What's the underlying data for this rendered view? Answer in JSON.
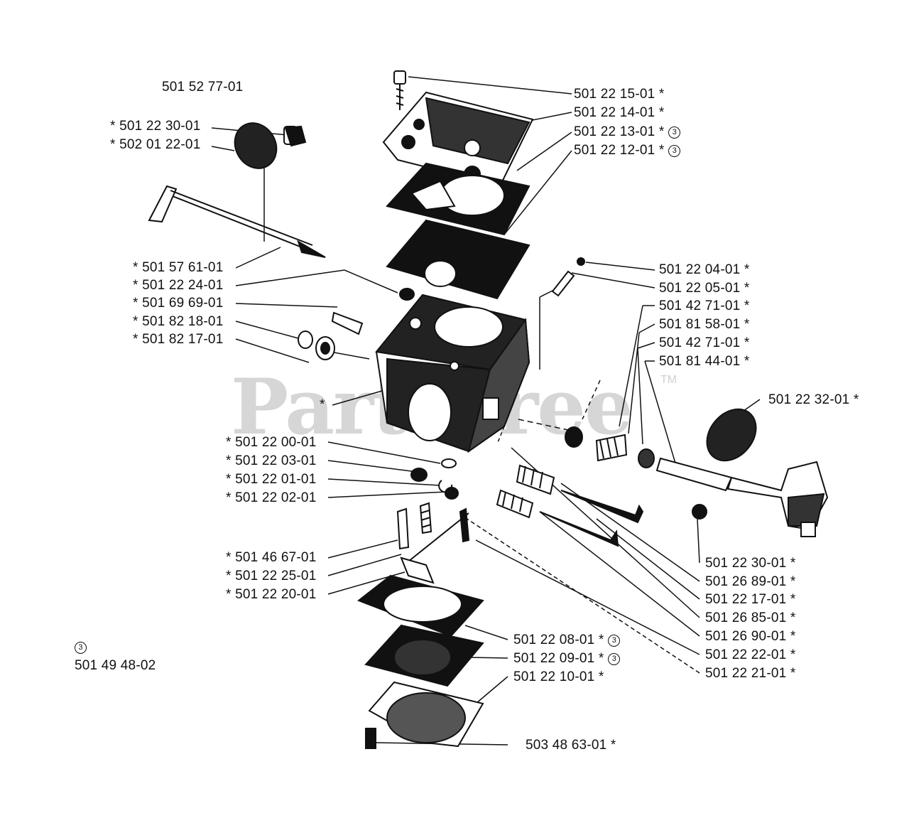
{
  "watermark": "PartsTree",
  "watermark_tm": "TM",
  "kit_top": "501 52 77-01",
  "kit_bottom_marker": "3",
  "kit_bottom": "501 49 48-02",
  "labels": {
    "l_501221501": "501 22 15-01  *",
    "l_501221401": "501 22 14-01  *",
    "l_501221301": "501 22 13-01  *",
    "l_501221201": "501 22 12-01  *",
    "l_501223001a": "*  501 22 30-01",
    "l_502012201": "*  502 01 22-01",
    "l_501576101": "*  501 57 61-01",
    "l_501222401": "*  501 22 24-01",
    "l_501696901": "*  501 69 69-01",
    "l_501821801": "*  501 82 18-01",
    "l_501821701": "*  501 82 17-01",
    "l_501220401": "501 22 04-01  *",
    "l_501220501": "501 22 05-01  *",
    "l_501427101a": "501 42 71-01  *",
    "l_501815801": "501 81 58-01  *",
    "l_501427101b": "501 42 71-01  *",
    "l_501814401": "501 81 44-01  *",
    "l_501223201": "501 22 32-01  *",
    "l_star_body": "*",
    "l_501220001": "*  501 22 00-01",
    "l_501220301": "*  501 22 03-01",
    "l_501220101": "*  501 22 01-01",
    "l_501220201": "*  501 22 02-01",
    "l_501466701": "*  501 46 67-01",
    "l_501222501": "*  501 22 25-01",
    "l_501222001": "*  501 22 20-01",
    "l_501223001b": "501 22 30-01  *",
    "l_501268901": "501 26 89-01  *",
    "l_501221701": "501 22 17-01  *",
    "l_501268501": "501 26 85-01  *",
    "l_501269001": "501 26 90-01  *",
    "l_501222201": "501 22 22-01  *",
    "l_501222101": "501 22 21-01  *",
    "l_501220801": "501 22 08-01  *",
    "l_501220901": "501 22 09-01  *",
    "l_501221001": "501 22 10-01  *",
    "l_503486301": "503 48 63-01  *"
  },
  "kit_marker_text": "3"
}
